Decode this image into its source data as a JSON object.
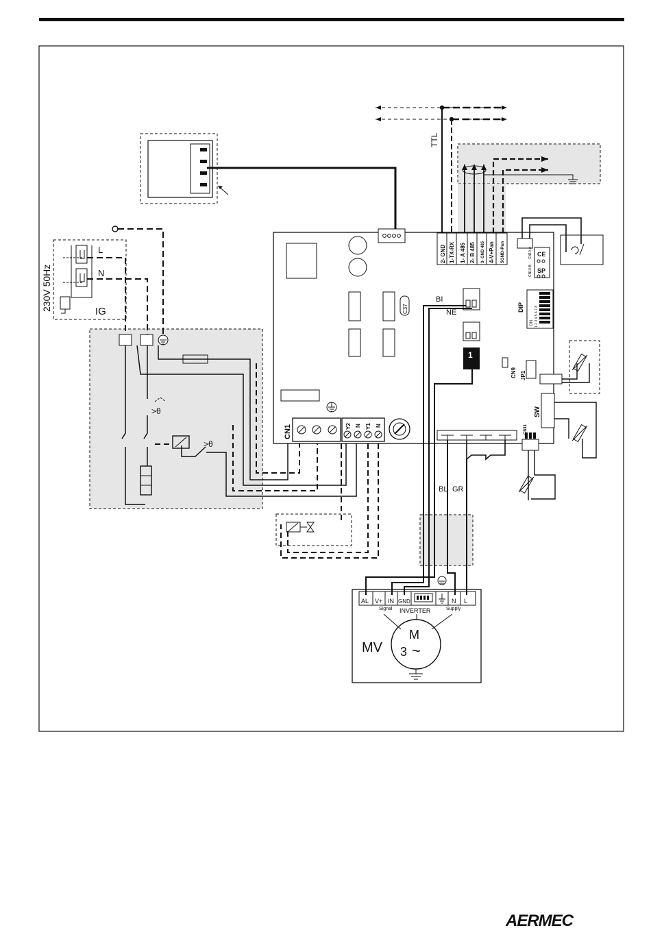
{
  "header": {
    "rule_color": "#111111"
  },
  "labels": {
    "ttl": "TTL",
    "mains_voltage": "230V 50Hz",
    "phase": "L",
    "neutral": "N",
    "main_switch": "IG",
    "board": {
      "connector_cn1": "CN1",
      "terminal_y2": "Y2",
      "terminal_n1": "N",
      "terminal_y1": "Y1",
      "terminal_n2": "N",
      "c37": "C37",
      "bi": "BI",
      "ne": "NE",
      "cn9": "CN9",
      "jp1": "JP1",
      "dip": "DIP",
      "sw": "SW",
      "sp": "SP",
      "ce": "CE",
      "on": "ON",
      "dip_numbers": "1 2 3 4 5 6 7 8",
      "cn_top": "CN10-B",
      "cn_top2": "CN10-A",
      "cn_right": "CN11",
      "chip_1": "1",
      "bus_terminals": [
        "2- GND",
        "1-TX-RX",
        "1- A 485",
        "2- B 485",
        "3- GND 485",
        "4-V+Pan",
        "5GND-Pan"
      ]
    },
    "cable_bl": "BL",
    "cable_gr": "GR",
    "inverter": {
      "terminals": [
        "AL",
        "V+",
        "IN",
        "GND",
        "N",
        "L"
      ],
      "signal": "Signal",
      "supply": "Supply",
      "title": "INVERTER"
    },
    "motor": {
      "name": "MV",
      "m": "M",
      "phase_count": "3",
      "ac": "~"
    },
    "overheat_1": ">θ",
    "overheat_2": ">θ"
  },
  "colors": {
    "line": "#111111",
    "shade": "#e6e6e6"
  },
  "brand": {
    "logo": "AERMEC"
  }
}
